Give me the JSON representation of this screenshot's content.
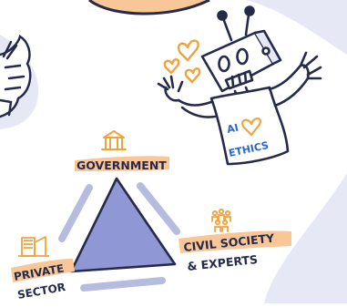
{
  "colors": {
    "ink": "#262a4a",
    "shadow": "#b6bce0",
    "triangle_fill": "#8f97d4",
    "peach": "#f9c797",
    "orange": "#f2a23a",
    "robot_blue": "#2a66c9",
    "cloud": "#e6e8f6"
  },
  "robot": {
    "shirt_line1": "AI",
    "shirt_line2": "ETHICS"
  },
  "labels": {
    "government": "GOVERNMENT",
    "civil_line1": "CIVIL SOCIETY",
    "civil_line2": "& EXPERTS",
    "private_line1": "PRIVATE",
    "private_line2": "SECTOR"
  },
  "icons": {
    "government": "government-building-icon",
    "civil": "people-group-icon",
    "private": "private-sector-icon",
    "hearts": "heart-icon"
  }
}
